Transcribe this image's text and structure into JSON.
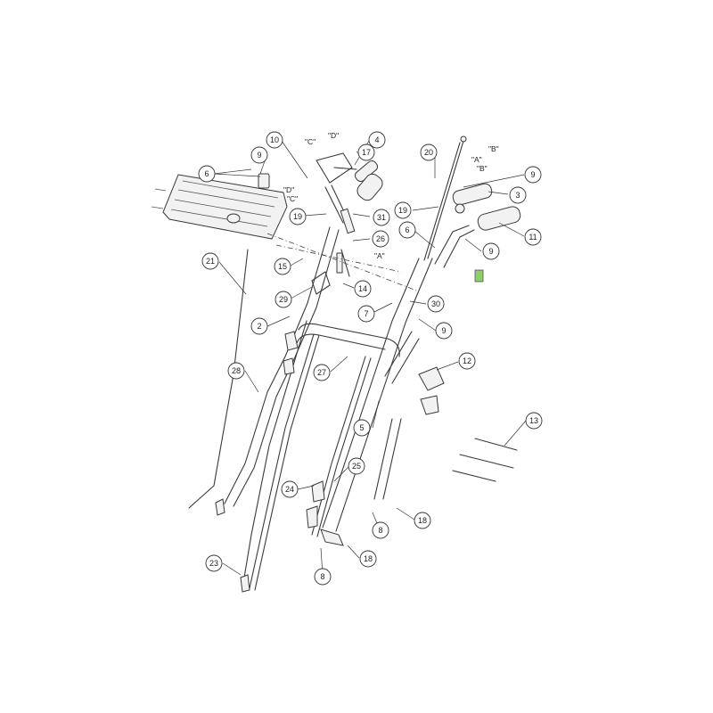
{
  "callouts": [
    {
      "id": "c10",
      "label": "10"
    },
    {
      "id": "c4",
      "label": "4"
    },
    {
      "id": "c17",
      "label": "17"
    },
    {
      "id": "c9a",
      "label": "9"
    },
    {
      "id": "c6a",
      "label": "6"
    },
    {
      "id": "c20",
      "label": "20"
    },
    {
      "id": "c9b",
      "label": "9"
    },
    {
      "id": "c3",
      "label": "3"
    },
    {
      "id": "c19a",
      "label": "19"
    },
    {
      "id": "c19b",
      "label": "19"
    },
    {
      "id": "c31",
      "label": "31"
    },
    {
      "id": "c6b",
      "label": "6"
    },
    {
      "id": "c11",
      "label": "11"
    },
    {
      "id": "c9c",
      "label": "9"
    },
    {
      "id": "c26",
      "label": "26"
    },
    {
      "id": "c21",
      "label": "21"
    },
    {
      "id": "c15",
      "label": "15"
    },
    {
      "id": "c14",
      "label": "14"
    },
    {
      "id": "c29",
      "label": "29"
    },
    {
      "id": "c7",
      "label": "7"
    },
    {
      "id": "c30",
      "label": "30"
    },
    {
      "id": "c2",
      "label": "2"
    },
    {
      "id": "c9d",
      "label": "9"
    },
    {
      "id": "c12",
      "label": "12"
    },
    {
      "id": "c28",
      "label": "28"
    },
    {
      "id": "c27",
      "label": "27"
    },
    {
      "id": "c5",
      "label": "5"
    },
    {
      "id": "c13",
      "label": "13"
    },
    {
      "id": "c25",
      "label": "25"
    },
    {
      "id": "c24",
      "label": "24"
    },
    {
      "id": "c18a",
      "label": "18"
    },
    {
      "id": "c8a",
      "label": "8"
    },
    {
      "id": "c18b",
      "label": "18"
    },
    {
      "id": "c23",
      "label": "23"
    },
    {
      "id": "c8b",
      "label": "8"
    }
  ],
  "reference_marks": {
    "C_top": "\"C\"",
    "D_top": "\"D\"",
    "D_mid": "\"D\"",
    "C_mid": "\"C\"",
    "B_top": "\"B\"",
    "A_right": "\"A\"",
    "B_right": "\"B\"",
    "A_mid": "\"A\""
  },
  "highlight": {
    "color": "#8fce6b"
  },
  "colors": {
    "line": "#3a3a3a",
    "background": "#ffffff"
  }
}
